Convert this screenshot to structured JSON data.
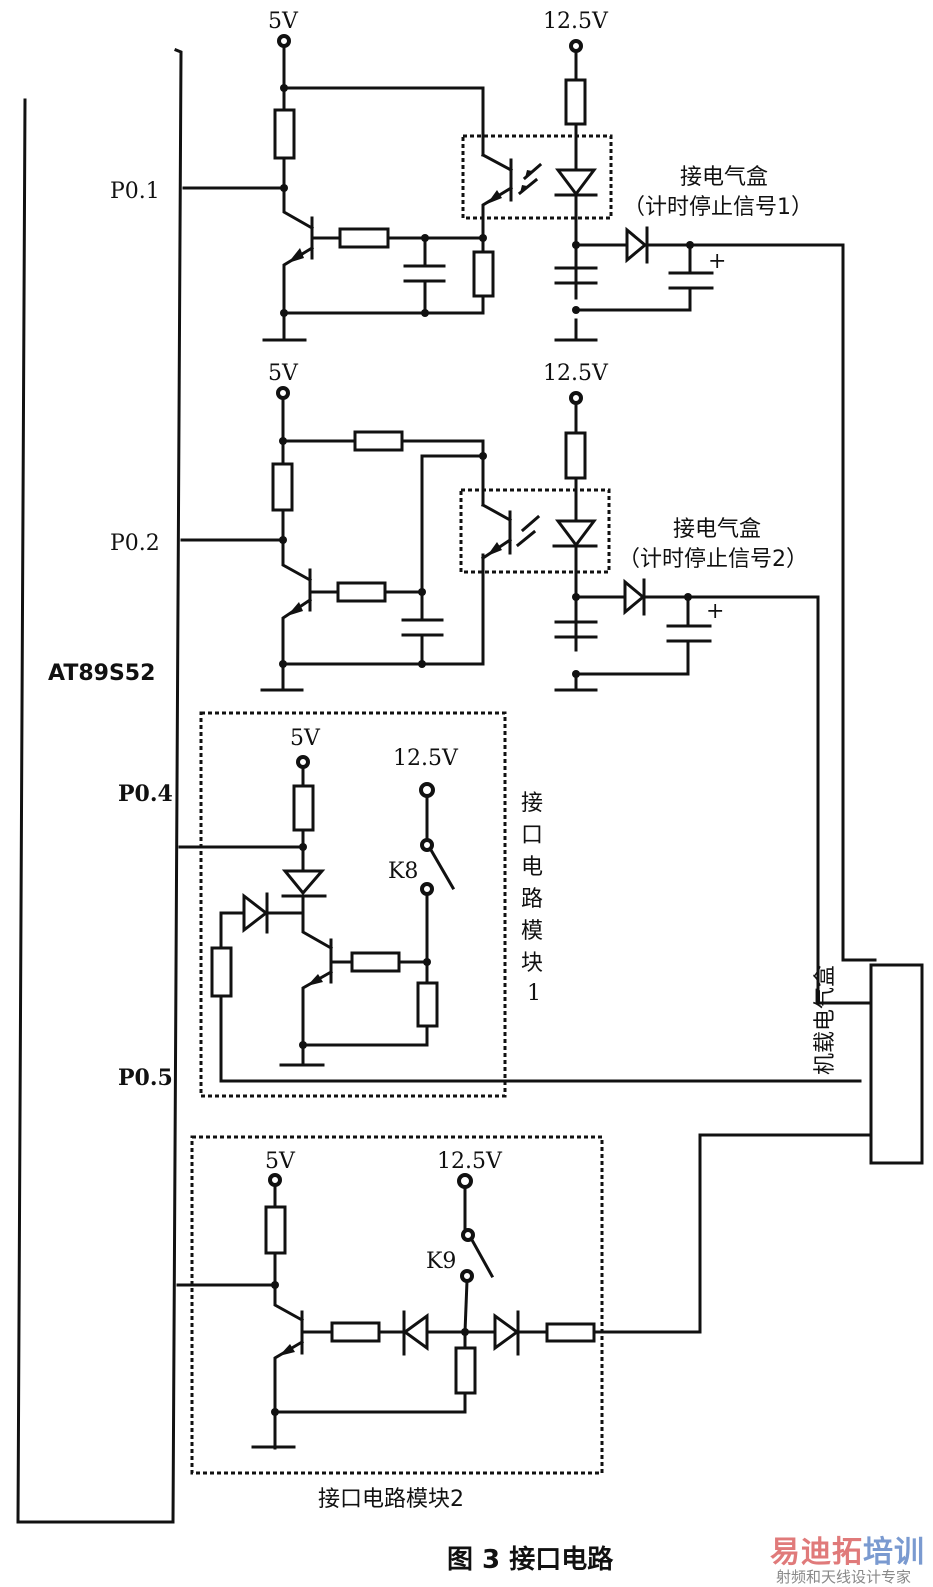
{
  "diagram": {
    "mcu_label": "AT89S52",
    "pins": [
      "P0.1",
      "P0.2",
      "P0.4",
      "P0.5"
    ],
    "supply_5v": "5V",
    "supply_12v": "12.5V",
    "block1_note_line1": "接电气盒",
    "block1_note_line2": "（计时停止信号1）",
    "block2_note_line1": "接电气盒",
    "block2_note_line2": "（计时停止信号2）",
    "module1_label_chars": [
      "接",
      "口",
      "电",
      "路",
      "模",
      "块",
      "1"
    ],
    "module2_label": "接口电路模块2",
    "switch_k8": "K8",
    "switch_k9": "K9",
    "onboard_box_chars": [
      "机",
      "载",
      "电",
      "气",
      "盒"
    ],
    "plus_sign": "+",
    "caption": "图 3  接口电路"
  },
  "watermark": {
    "brand_chars": [
      "易",
      "迪",
      "拓",
      "培",
      "训"
    ],
    "brand_colors": [
      "#e07a7a",
      "#e07a7a",
      "#e07a7a",
      "#7a9ad0",
      "#7a9ad0"
    ],
    "tagline": "射频和天线设计专家"
  }
}
